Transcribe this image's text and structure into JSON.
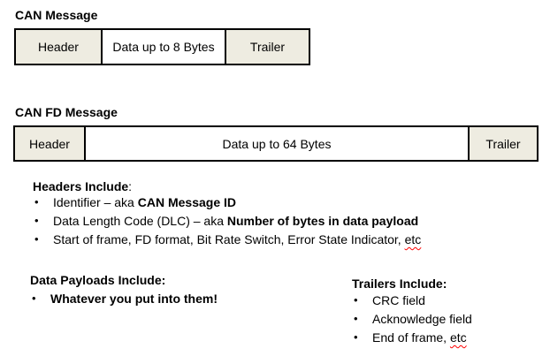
{
  "bullet_char": "•",
  "diagram_can": {
    "title": "CAN Message",
    "boxes": [
      {
        "label": "Header"
      },
      {
        "label": "Data up to 8 Bytes"
      },
      {
        "label": "Trailer"
      }
    ]
  },
  "diagram_canfd": {
    "title": "CAN FD Message",
    "boxes": [
      {
        "label": "Header"
      },
      {
        "label": "Data up to 64 Bytes"
      },
      {
        "label": "Trailer"
      }
    ]
  },
  "sections": {
    "headers": {
      "title": "Headers Include",
      "colon": ":",
      "bullets": [
        {
          "plain": "Identifier – aka ",
          "bold": "CAN Message ID"
        },
        {
          "plain": "Data Length Code (DLC) – aka ",
          "bold": "Number of bytes in data payload"
        },
        {
          "plain": "Start of frame, FD format, Bit Rate Switch, Error State Indicator, ",
          "misspelled": "etc"
        }
      ]
    },
    "payloads": {
      "title": "Data Payloads Include:",
      "bullets": [
        {
          "bold": "Whatever you put into them!"
        }
      ]
    },
    "trailers": {
      "title": "Trailers Include:",
      "bullets": [
        {
          "plain": "CRC field"
        },
        {
          "plain": "Acknowledge field"
        },
        {
          "plain": "End of frame, ",
          "misspelled": "etc"
        }
      ]
    }
  },
  "colors": {
    "box_fill_beige": "#EEECE1",
    "box_fill_white": "#FFFFFF",
    "box_border": "#000000",
    "text": "#000000",
    "spellcheck_underline": "#FF0000"
  }
}
